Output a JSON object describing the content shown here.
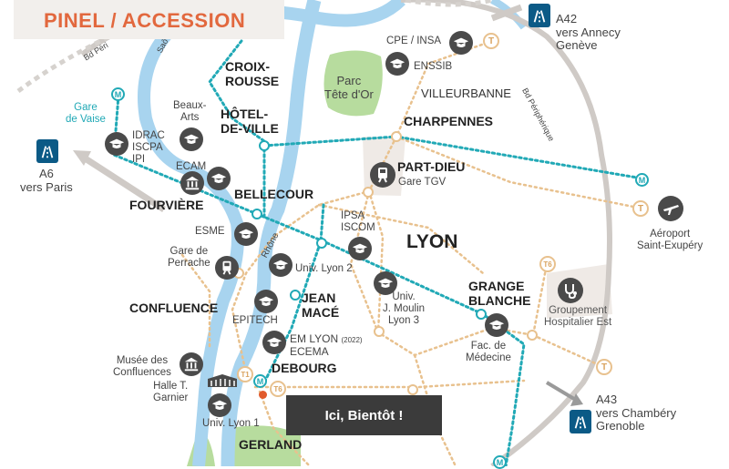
{
  "header": {
    "title": "PINEL  /  ACCESSION",
    "color": "#e2683e"
  },
  "cta": {
    "label": "Ici, Bientôt !"
  },
  "colors": {
    "metro": "#21a9b6",
    "tram": "#e8c18e",
    "river": "#a8d4ef",
    "ring": "#c9c5c1",
    "park": "#b7dc9e",
    "motorway": "#0b5a86"
  },
  "quartiers": {
    "croix_rousse": "CROIX-\nROUSSE",
    "hotel_de_ville": "HÔTEL-\nDE-VILLE",
    "charpennes": "CHARPENNES",
    "villeurbanne": "VILLEURBANNE",
    "part_dieu": "PART-DIEU",
    "bellecour": "BELLECOUR",
    "fourviere": "FOURVIÈRE",
    "lyon": "LYON",
    "confluence": "CONFLUENCE",
    "jean_mace": "JEAN\nMACÉ",
    "grange_blanche": "GRANGE\nBLANCHE",
    "debourg": "DEBOURG",
    "gerland": "GERLAND"
  },
  "places": {
    "cpe_insa": "CPE / INSA",
    "enssib": "ENSSIB",
    "parc_tete_dor": "Parc\nTête d'Or",
    "gare_tgv": "Gare TGV",
    "gare_de_vaise": "Gare\nde Vaise",
    "idrac": "IDRAC\nISCPA\nIPI",
    "beaux_arts": "Beaux-\nArts",
    "ecam": "ECAM",
    "esme": "ESME",
    "ipsa": "IPSA\nISCOM",
    "gare_perrache": "Gare de\nPerrache",
    "univ_lyon2": "Univ. Lyon 2",
    "epitech": "EPITECH",
    "univ_lyon3": "Univ.\nJ. Moulin\nLyon 3",
    "em_lyon": "EM LYON",
    "em_lyon_year": "(2022)",
    "ecema": "ECEMA",
    "musee": "Musée des\nConfluences",
    "halle": "Halle T.\nGarnier",
    "univ_lyon1": "Univ. Lyon 1",
    "fac_medecine": "Fac. de\nMédecine",
    "groupement": "Groupement\nHospitalier Est",
    "aeroport": "Aéroport\nSaint-Exupéry",
    "a6": "A6\nvers Paris",
    "a42": "A42\nvers Annecy\nGenève",
    "a43": "A43\nvers Chambéry\nGrenoble",
    "bd_peripherique": "Bd Périphérique",
    "bd_peri_nw": "Bd Péri",
    "rhone": "Rhône",
    "saone": "Saô"
  },
  "markers": {
    "metro": "M",
    "tram": "T",
    "t1": "T1",
    "t6": "T6"
  }
}
